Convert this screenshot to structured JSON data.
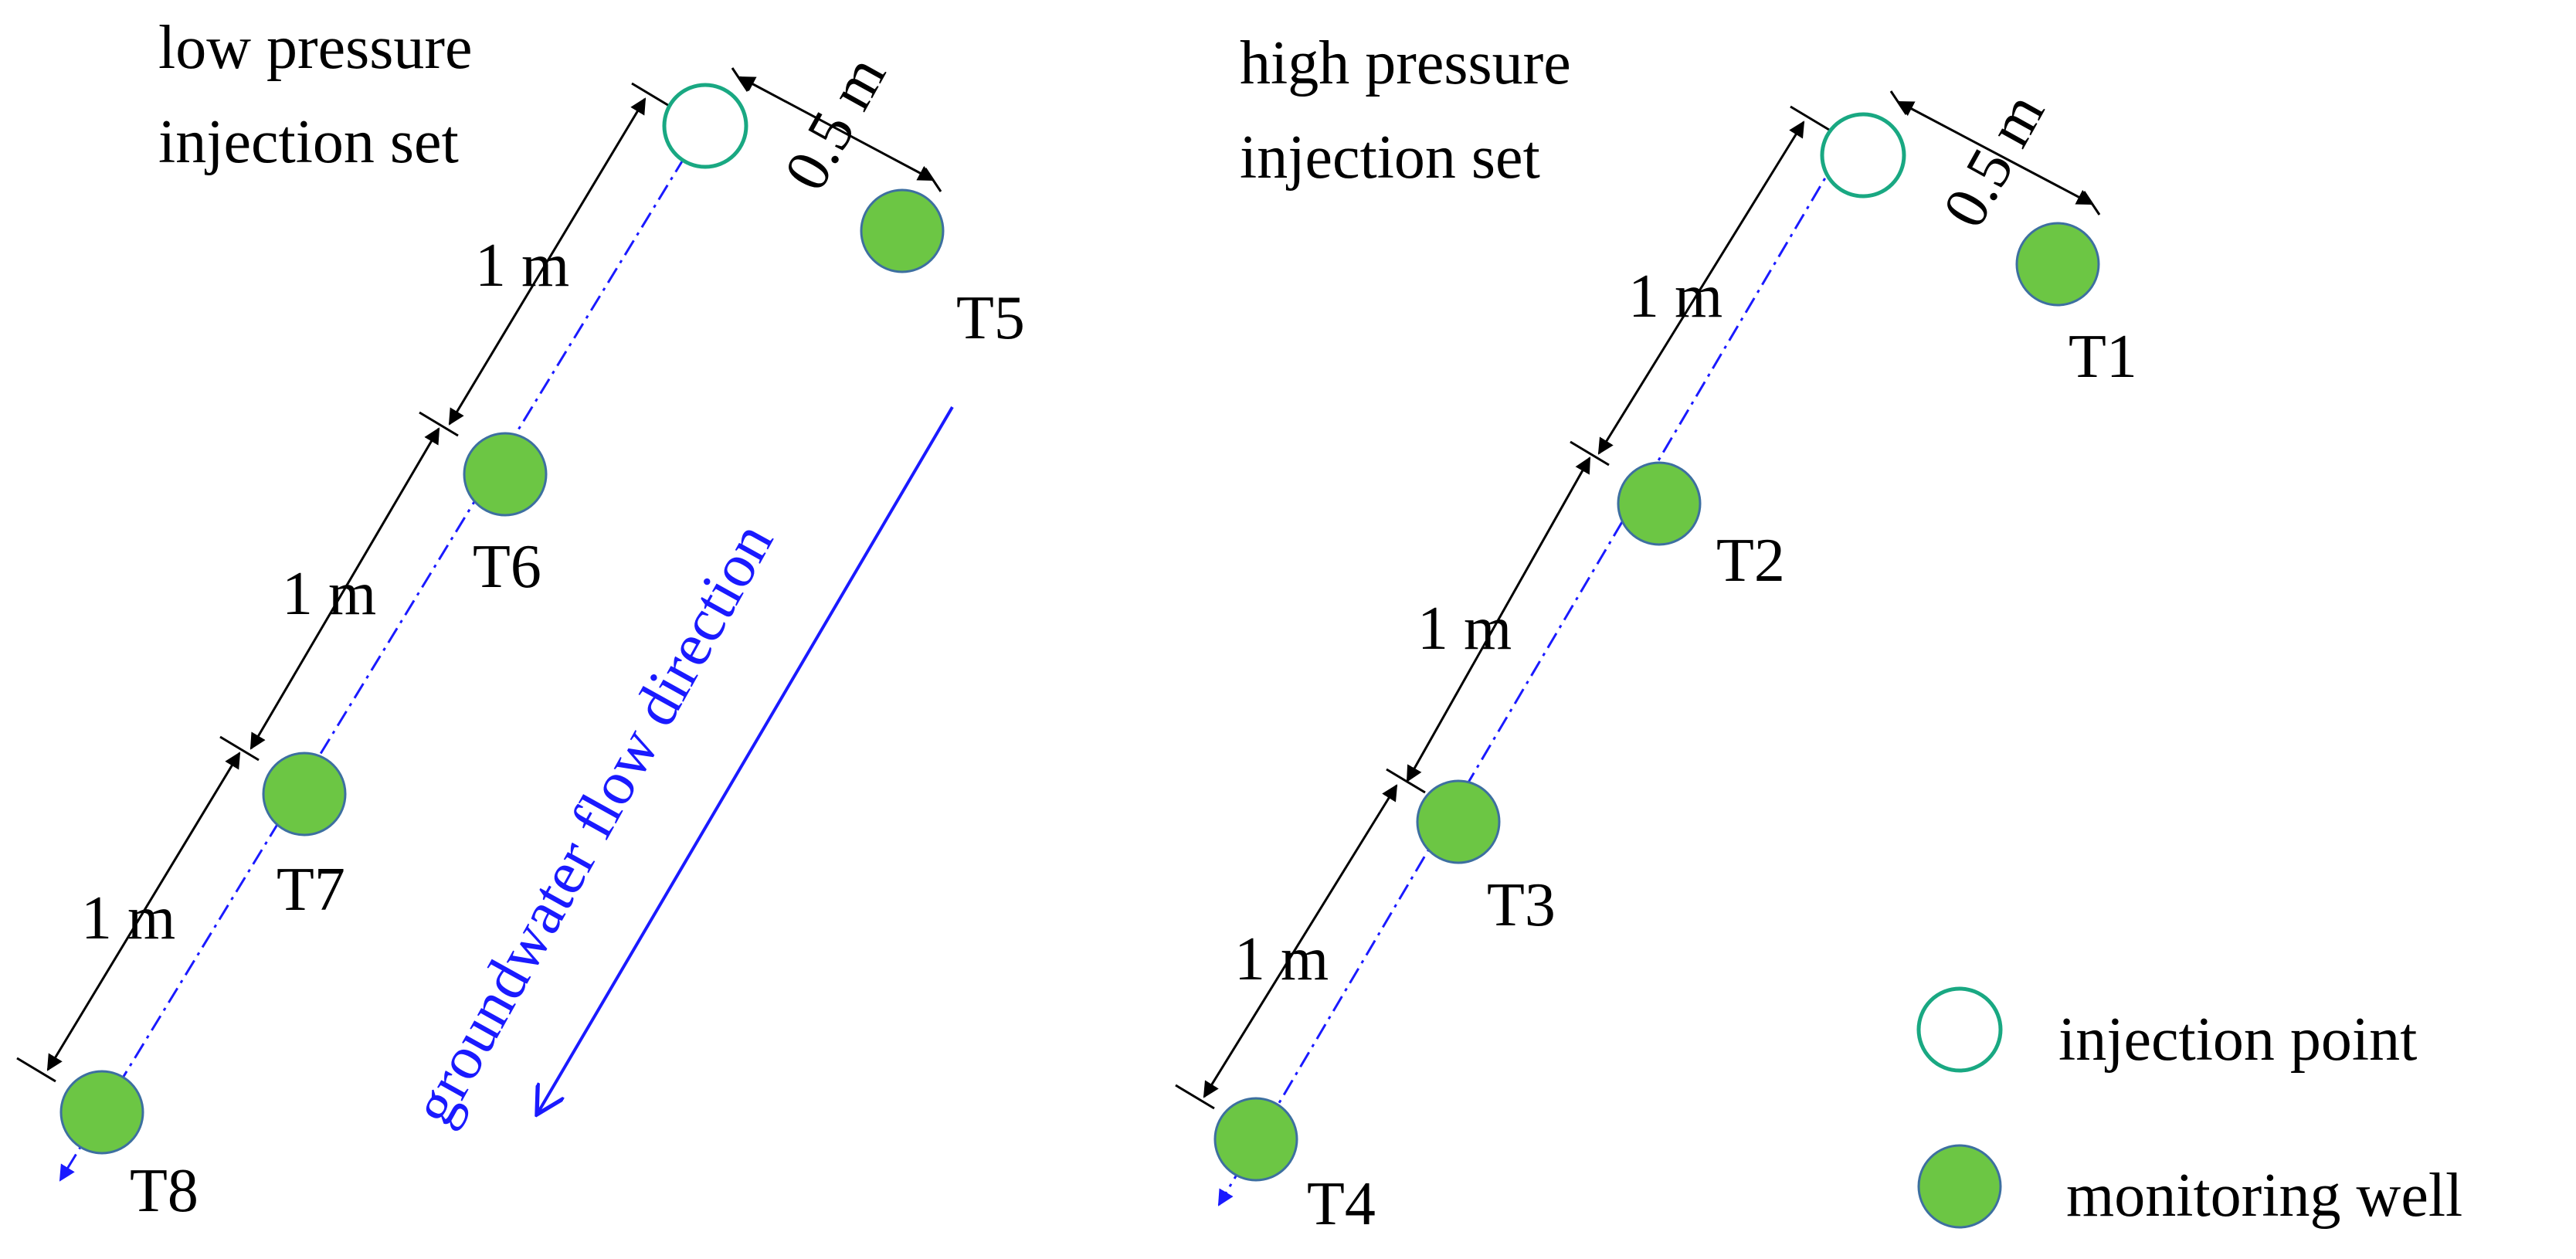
{
  "colors": {
    "well_fill": "#6cc644",
    "well_stroke": "#3d6fa0",
    "injection_stroke": "#19a882",
    "flow": "#1a1aff",
    "dim_line": "#000000"
  },
  "low_set": {
    "title_line1": "low pressure",
    "title_line2": "injection set",
    "offset_label": "0.5 m",
    "spacing_labels": [
      "1 m",
      "1 m",
      "1 m"
    ],
    "wells": [
      "T5",
      "T6",
      "T7",
      "T8"
    ]
  },
  "high_set": {
    "title_line1": "high pressure",
    "title_line2": "injection set",
    "offset_label": "0.5 m",
    "spacing_labels": [
      "1 m",
      "1 m",
      "1 m"
    ],
    "wells": [
      "T1",
      "T2",
      "T3",
      "T4"
    ]
  },
  "flow_label": "groundwater flow direction",
  "legend": {
    "injection": "injection point",
    "monitoring": "monitoring well"
  }
}
